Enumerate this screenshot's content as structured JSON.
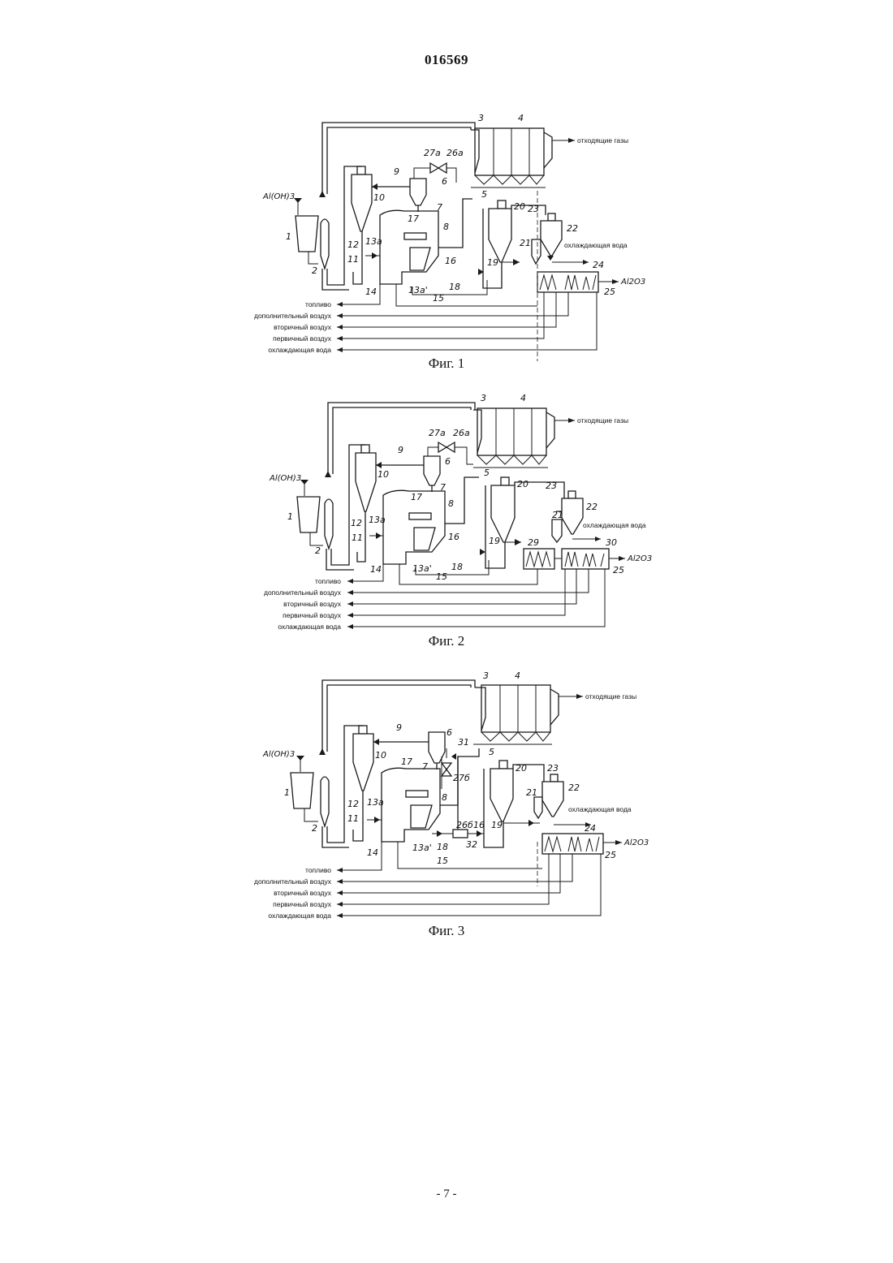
{
  "header": {
    "doc_number": "016569"
  },
  "footer": {
    "page_number": "- 7 -"
  },
  "figures": [
    {
      "caption": "Фиг. 1",
      "labels": {
        "exhaust": "отходящие газы",
        "feed": "Al(OH)3",
        "cooling_water_out": "охлаждающая вода",
        "product": "Al2O3",
        "streams": [
          "топливо",
          "дополнительный воздух",
          "вторичный воздух",
          "первичный воздух",
          "охлаждающая вода"
        ],
        "parts": [
          "1",
          "2",
          "3",
          "4",
          "5",
          "6",
          "7",
          "8",
          "9",
          "10",
          "11",
          "12",
          "13а",
          "13а'",
          "14",
          "15",
          "16",
          "17",
          "18",
          "19",
          "20",
          "21",
          "22",
          "23",
          "24",
          "25",
          "26а",
          "27а"
        ]
      }
    },
    {
      "caption": "Фиг. 2",
      "labels": {
        "exhaust": "отходящие газы",
        "feed": "Al(OH)3",
        "cooling_water_out": "охлаждающая вода",
        "product": "Al2O3",
        "streams": [
          "топливо",
          "дополнительный воздух",
          "вторичный воздух",
          "первичный воздух",
          "охлаждающая вода"
        ],
        "parts": [
          "1",
          "2",
          "3",
          "4",
          "5",
          "6",
          "7",
          "8",
          "9",
          "10",
          "11",
          "12",
          "13а",
          "13а'",
          "14",
          "15",
          "16",
          "17",
          "18",
          "19",
          "20",
          "21",
          "22",
          "23",
          "25",
          "26а",
          "27а",
          "29",
          "30"
        ]
      }
    },
    {
      "caption": "Фиг. 3",
      "labels": {
        "exhaust": "отходящие газы",
        "feed": "Al(OH)3",
        "cooling_water_out": "охлаждающая вода",
        "product": "Al2O3",
        "streams": [
          "топливо",
          "дополнительный воздух",
          "вторичный воздух",
          "первичный воздух",
          "охлаждающая вода"
        ],
        "parts": [
          "1",
          "2",
          "3",
          "4",
          "5",
          "6",
          "7",
          "8",
          "9",
          "10",
          "11",
          "12",
          "13а",
          "13а'",
          "14",
          "15",
          "16",
          "17",
          "18",
          "19",
          "20",
          "21",
          "22",
          "23",
          "24",
          "25",
          "26б",
          "27б",
          "31",
          "32"
        ]
      }
    }
  ]
}
